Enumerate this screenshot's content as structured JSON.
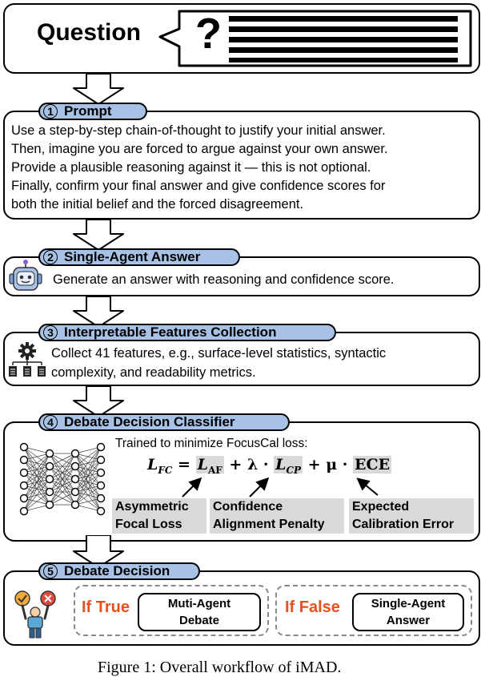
{
  "question": {
    "title": "Question",
    "mark": "?"
  },
  "prompt": {
    "tag_number": "1",
    "tag_label": "Prompt",
    "lines": [
      "Use a step-by-step chain-of-thought to justify your initial answer.",
      "Then, imagine you are forced to argue against your own answer.",
      "Provide a plausible reasoning against it — this is not optional.",
      "Finally, confirm your final answer and give confidence scores for",
      "both the initial belief and the forced disagreement."
    ]
  },
  "single_agent": {
    "tag_number": "2",
    "tag_label": "Single-Agent Answer",
    "text": "Generate an answer with reasoning and confidence score.",
    "icon": "robot-icon"
  },
  "features": {
    "tag_number": "3",
    "tag_label": "Interpretable Features Collection",
    "lines": [
      "Collect 41 features, e.g., surface-level statistics, syntactic",
      "complexity, and readability metrics."
    ],
    "icon": "gear-documents-icon"
  },
  "classifier": {
    "tag_number": "4",
    "tag_label": "Debate Decision Classifier",
    "intro": "Trained to minimize FocusCal loss:",
    "equation": {
      "lhs": "L",
      "lhs_sub": "FC",
      "eq": " = ",
      "term1": "L",
      "term1_sub": "AF",
      "plus_lambda": " + λ · ",
      "term2": "L",
      "term2_sub": "CP",
      "plus_mu": " + μ · ",
      "term3": "ECE"
    },
    "labels": [
      [
        "Asymmetric",
        "Focal Loss"
      ],
      [
        "Confidence",
        "Alignment Penalty"
      ],
      [
        "Expected",
        "Calibration Error"
      ]
    ],
    "icon": "neural-network-icon"
  },
  "decision": {
    "tag_number": "5",
    "tag_label": "Debate Decision",
    "if_true": "If True",
    "true_choice": [
      "Muti-Agent",
      "Debate"
    ],
    "if_false": "If False",
    "false_choice": [
      "Single-Agent",
      "Answer"
    ],
    "icon": "person-decision-icon"
  },
  "caption": "Figure 1: Overall workflow of iMAD.",
  "colors": {
    "tag_fill": "#a8c2e6",
    "condition_text": "#e8501e",
    "highlight_gray": "#d9d9d9",
    "dashed_border": "#888888"
  }
}
